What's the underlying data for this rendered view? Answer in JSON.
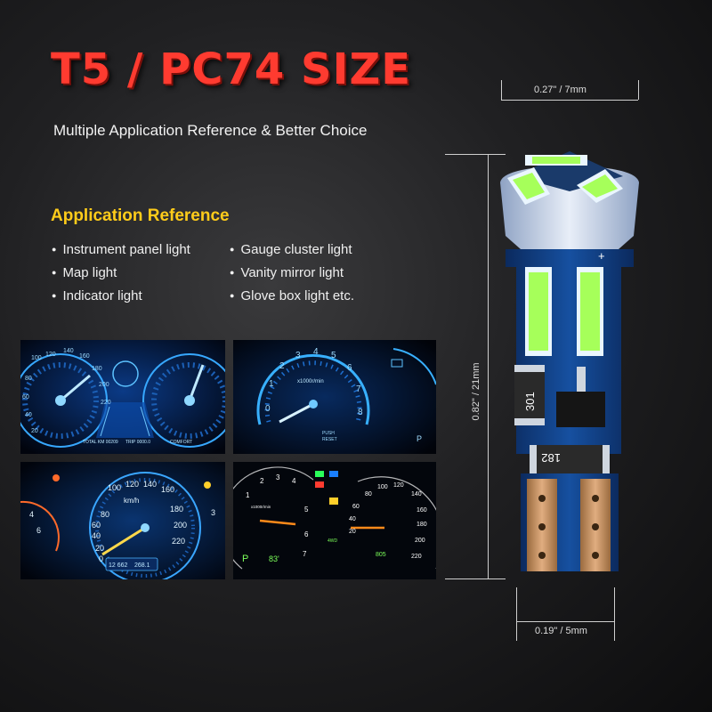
{
  "header": {
    "title": "T5 / PC74 SIZE",
    "subtitle": "Multiple Application Reference  & Better Choice"
  },
  "application": {
    "heading": "Application Reference",
    "left_items": [
      "Instrument panel light",
      "Map light",
      "Indicator light"
    ],
    "right_items": [
      "Gauge cluster light",
      "Vanity mirror light",
      "Glove box light  etc."
    ]
  },
  "dimensions": {
    "top_width": "0.27\" / 7mm",
    "height": "0.82\" / 21mm",
    "bottom_width": "0.19\" / 5mm"
  },
  "bulb": {
    "resistor_top_code": "301",
    "resistor_bottom_code": "182",
    "plus_sign": "+"
  },
  "photos": {
    "cluster_1": {
      "speed_ticks": [
        "140",
        "160",
        "180",
        "200",
        "220"
      ],
      "speed_ticks_left": [
        "20",
        "40",
        "60",
        "80",
        "100",
        "120"
      ],
      "odo": "TOTAL KM 00209",
      "trip": "TRIP 0000.0",
      "mode": "COMFORT"
    },
    "cluster_2": {
      "rpm_ticks": [
        "1",
        "2",
        "3",
        "4",
        "5",
        "6",
        "7",
        "8"
      ],
      "rpm_unit": "x1000r/min",
      "zero": "0",
      "push": "PUSH",
      "reset": "RESET",
      "gear": "P"
    },
    "cluster_3": {
      "speed_ticks": [
        "80",
        "100",
        "120",
        "140",
        "160",
        "180",
        "200",
        "220"
      ],
      "low_ticks": [
        "20",
        "40",
        "60",
        "0"
      ],
      "unit": "km/h",
      "odo_a": "12 662",
      "odo_b": "268.1",
      "side_left": [
        "4",
        "6"
      ],
      "side_right": [
        "3"
      ]
    },
    "cluster_4": {
      "rpm_ticks": [
        "1",
        "2",
        "3",
        "4",
        "5",
        "6",
        "7"
      ],
      "rpm_unit": "x1000r/min",
      "speed_ticks": [
        "20",
        "40",
        "60",
        "80",
        "100",
        "120",
        "140",
        "160",
        "180",
        "200",
        "220"
      ],
      "gear": "P",
      "temp": "83'",
      "mode": "4WD",
      "odo": "805"
    }
  },
  "colors": {
    "title_red": "#ff3b30",
    "heading_yellow": "#ffcc1a",
    "pcb_blue": "#103a7a",
    "led_green": "#a6ff5a",
    "gauge_blue": "#2f9bff",
    "gauge_ice": "#8fd8ff",
    "needle_orange": "#ff8a1a"
  }
}
